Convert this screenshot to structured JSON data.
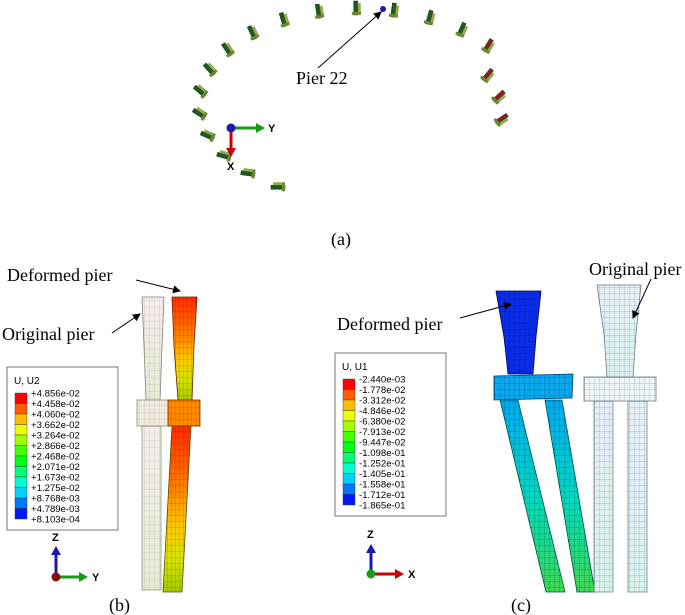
{
  "panel_a": {
    "caption": "(a)",
    "annotation": "Pier 22",
    "triad": {
      "axis_right": "Y",
      "axis_down": "X"
    }
  },
  "panel_b": {
    "caption": "(b)",
    "label_deformed": "Deformed pier",
    "label_original": "Original pier",
    "legend_title": "U, U2",
    "legend_values": [
      "+4.856e-02",
      "+4.458e-02",
      "+4.060e-02",
      "+3.662e-02",
      "+3.264e-02",
      "+2.866e-02",
      "+2.468e-02",
      "+2.071e-02",
      "+1.673e-02",
      "+1.275e-02",
      "+8.768e-03",
      "+4.789e-03",
      "+8.103e-04"
    ],
    "triad": {
      "axis_up": "Z",
      "axis_right": "Y"
    }
  },
  "panel_c": {
    "caption": "(c)",
    "label_deformed": "Deformed pier",
    "label_original": "Original pier",
    "legend_title": "U, U1",
    "legend_values": [
      "-2.440e-03",
      "-1.778e-02",
      "-3.312e-02",
      "-4.846e-02",
      "-6.380e-02",
      "-7.913e-02",
      "-9.447e-02",
      "-1.098e-01",
      "-1.252e-01",
      "-1.405e-01",
      "-1.558e-01",
      "-1.712e-01",
      "-1.865e-01"
    ],
    "triad": {
      "axis_up": "Z",
      "axis_right": "X"
    }
  },
  "colors": {
    "legend_bands": [
      "#ff0000",
      "#ff5d00",
      "#ffb900",
      "#eaff00",
      "#a0ff00",
      "#46ff00",
      "#00ff17",
      "#00ff73",
      "#00ffcf",
      "#00d1ff",
      "#0075ff",
      "#0017ff"
    ],
    "pier_dark": "#1f5a1f",
    "pier_light": "#8aa040",
    "axis_green": "#1a9a1a",
    "axis_red": "#cc0000",
    "axis_blue": "#1a1ab0"
  }
}
